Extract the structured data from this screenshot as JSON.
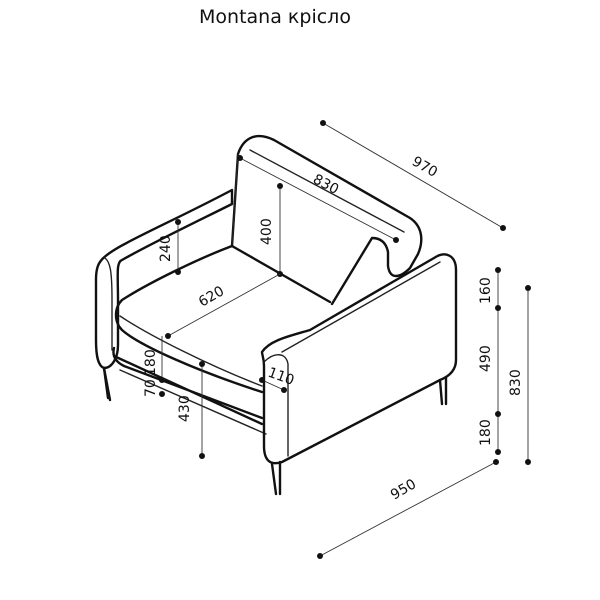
{
  "title": "Montana крісло",
  "dimensions": {
    "depth_total": "970",
    "backrest_width": "830",
    "backrest_height": "400",
    "armrest_height": "240",
    "seat_depth": "620",
    "seat_height_front": "180",
    "cushion_height": "70",
    "seat_floor_height": "430",
    "armrest_width": "110",
    "width_total": "950",
    "right_top": "160",
    "right_middle": "490",
    "right_bottom": "180",
    "height_total": "830"
  }
}
